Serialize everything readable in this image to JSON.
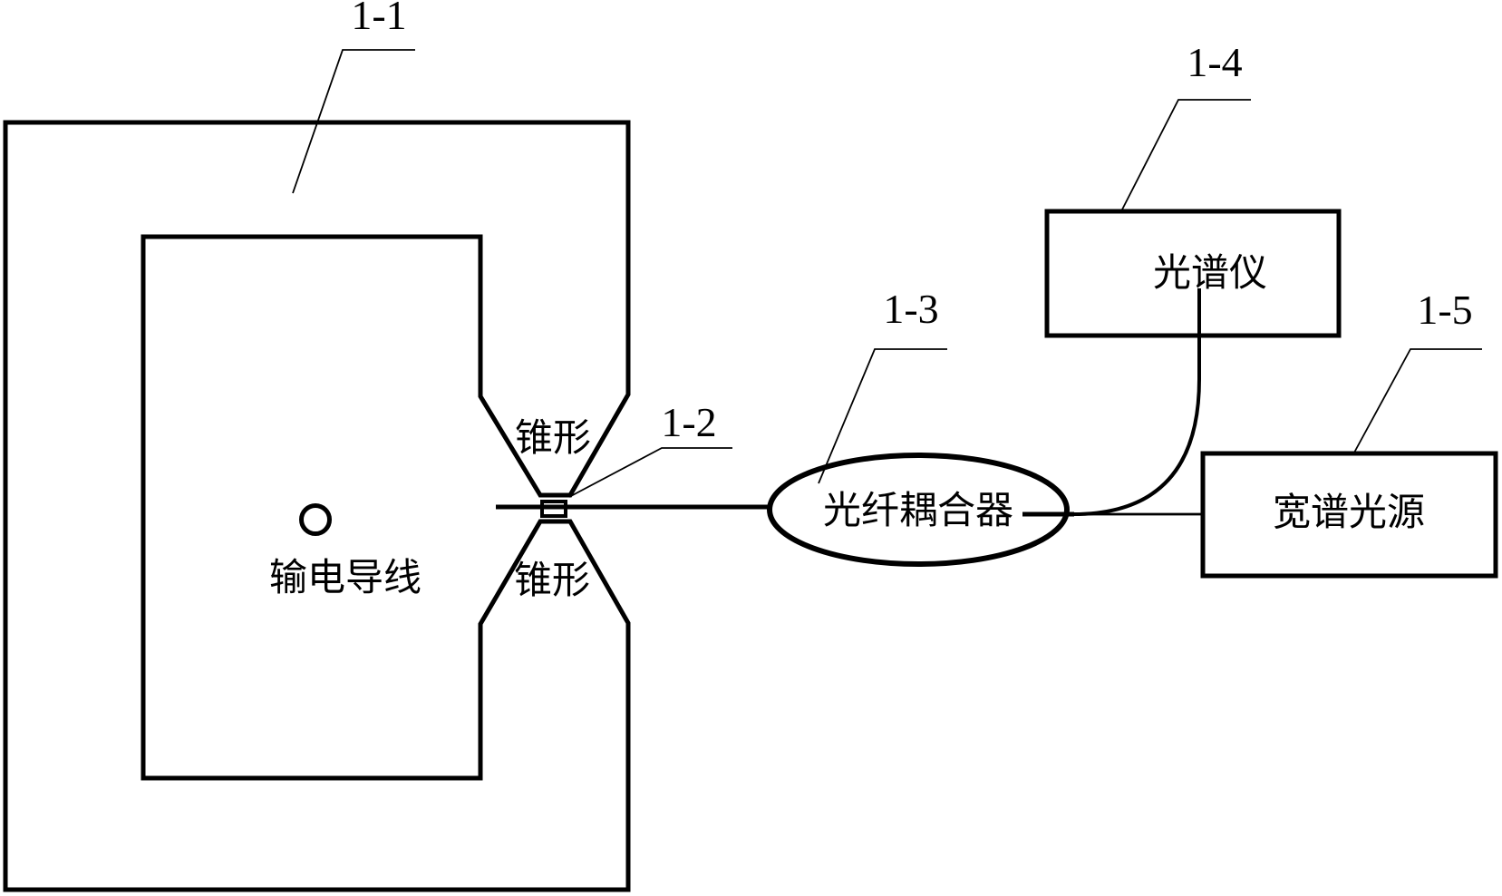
{
  "colors": {
    "ink": "#000000",
    "background": "#ffffff"
  },
  "components": {
    "magnetic_core": {
      "ref": "1-1",
      "cone_top": "锥形",
      "cone_bottom": "锥形",
      "wire": "输电导线"
    },
    "sensor": {
      "ref": "1-2"
    },
    "fiber_coupler": {
      "ref": "1-3",
      "label": "光纤耦合器"
    },
    "spectrometer": {
      "ref": "1-4",
      "label": "光谱仪"
    },
    "broadband_source": {
      "ref": "1-5",
      "label": "宽谱光源"
    }
  }
}
